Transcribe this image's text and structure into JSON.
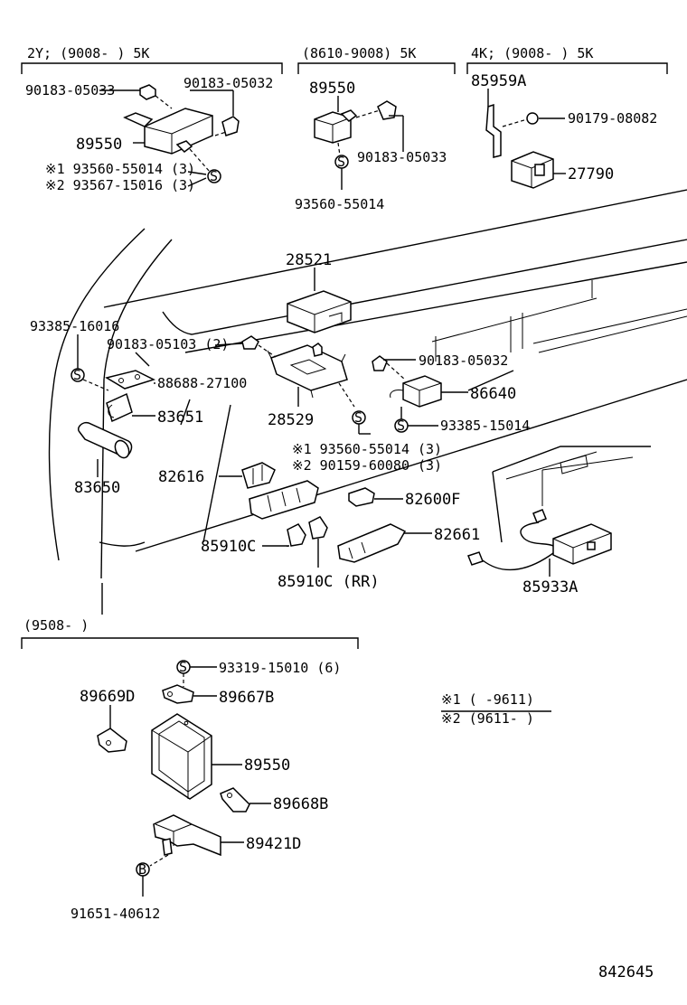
{
  "sections": {
    "s1": "2Y; (9008-       ) 5K",
    "s2": "(8610-9008) 5K",
    "s3": "4K; (9008-       ) 5K",
    "s4": "(9508-       )"
  },
  "labels": {
    "l01": "90183-05033",
    "l02": "90183-05032",
    "l03": "89550",
    "l04": "※1 93560-55014 (3)",
    "l05": "※2 93567-15016 (3)",
    "l06": "89550",
    "l07": "90183-05033",
    "l08": "93560-55014",
    "l09": "85959A",
    "l10": "90179-08082",
    "l11": "27790",
    "l12": "28521",
    "l13": "93385-16016",
    "l14": "90183-05103 (2)",
    "l15": "88688-27100",
    "l16": "83651",
    "l17": "28529",
    "l18": "90183-05032",
    "l19": "86640",
    "l20": "93385-15014",
    "l21": "※1 93560-55014 (3)",
    "l22": "※2 90159-60080 (3)",
    "l23": "82616",
    "l24": "83650",
    "l25": "82600F",
    "l26": "82661",
    "l27": "85910C",
    "l28": "85910C (RR)",
    "l29": "85933A",
    "l30": "93319-15010 (6)",
    "l31": "89669D",
    "l32": "89667B",
    "l33": "89550",
    "l34": "89668B",
    "l35": "89421D",
    "l36": "91651-40612",
    "l37": "※1 (      -9611)",
    "l38": "※2 (9611-      )",
    "l39": "842645"
  },
  "markers": {
    "s": "S",
    "b": "B"
  }
}
